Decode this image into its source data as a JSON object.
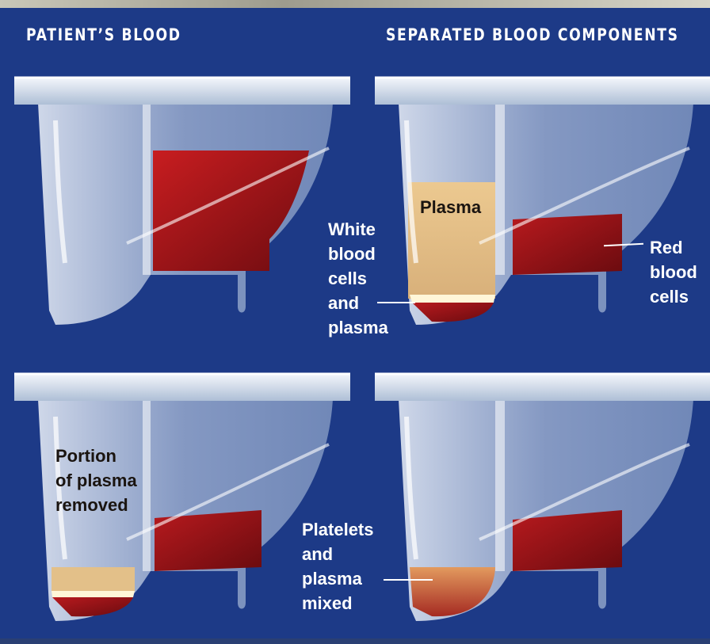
{
  "headings": {
    "left": "PATIENT’S BLOOD",
    "right": "SEPARATED BLOOD COMPONENTS"
  },
  "labels": {
    "plasma": "Plasma",
    "white_cells": "White\nblood\ncells\nand\nplasma",
    "red_cells": "Red\nblood\ncells",
    "portion_removed": "Portion\nof plasma\nremoved",
    "platelets": "Platelets\nand\nplasma\nmixed"
  },
  "colors": {
    "background": "#1d3a87",
    "red_blood": "#a8171b",
    "plasma": "#e6c48c",
    "platelet_mix": "#d9844f",
    "container": "#d6e2ef"
  }
}
